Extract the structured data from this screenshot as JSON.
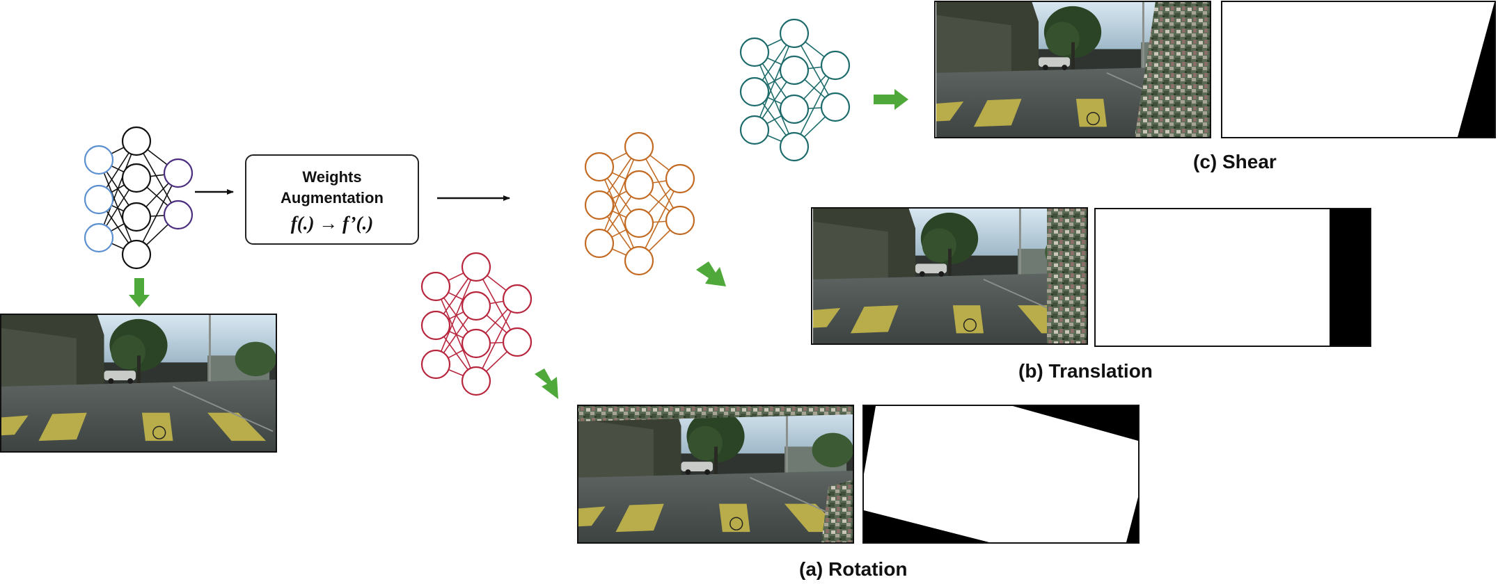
{
  "augmentation_box": {
    "title_line1": "Weights",
    "title_line2": "Augmentation",
    "formula": "f(.) → f’(.)"
  },
  "captions": {
    "shear": "(c) Shear",
    "translation": "(b) Translation",
    "rotation": "(a) Rotation"
  },
  "colors": {
    "input_net_input_nodes": "#5b8fd0",
    "input_net_hidden_nodes": "#111111",
    "input_net_output_nodes": "#4b2d7f",
    "shear_net": "#1e6b6b",
    "translation_net": "#c26a22",
    "rotation_net": "#b8263e",
    "green_arrow": "#4ea83a",
    "mask_fill": "#000000"
  },
  "icons": {
    "network": "neural-network-icon",
    "arrow": "arrow-right-icon",
    "street_scene": "street-scene-image",
    "mask": "binary-mask-image"
  }
}
